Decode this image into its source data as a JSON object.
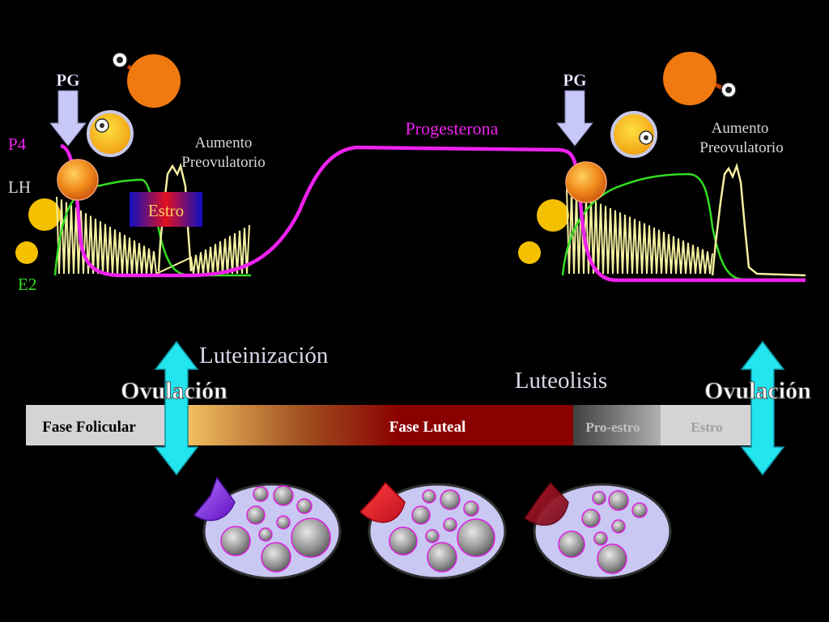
{
  "hormone_labels": {
    "p4": "P4",
    "lh": "LH",
    "e2": "E2"
  },
  "pg_left": "PG",
  "pg_right": "PG",
  "preov_left": {
    "line1": "Aumento",
    "line2": "Preovulatorio"
  },
  "preov_right": {
    "line1": "Aumento",
    "line2": "Preovulatorio"
  },
  "estro_box": "Estro",
  "progesterona": "Progesterona",
  "luteinizacion": "Luteinización",
  "luteolisis": "Luteolisis",
  "ovulacion_left": "Ovulación",
  "ovulacion_right": "Ovulación",
  "phases": {
    "folicular": "Fase Folicular",
    "luteal": "Fase Luteal",
    "proestro": "Pro-estro",
    "estro": "Estro"
  },
  "colors": {
    "progesterone": "#ee22ee",
    "lh": "#f5f0a0",
    "estradiol": "#33dd22",
    "arrow_cyan": "#22e5ee",
    "pg_arrow": "#c8c8f8",
    "follicle": "#f09020",
    "luteal_red": "#8b0000",
    "ovary_fill": "#c8c8f2"
  },
  "icons": [
    "pg-down-arrow-icon",
    "ovulation-double-arrow-icon",
    "follicle-icon",
    "corpus-luteum-icon",
    "ovary-icon"
  ]
}
